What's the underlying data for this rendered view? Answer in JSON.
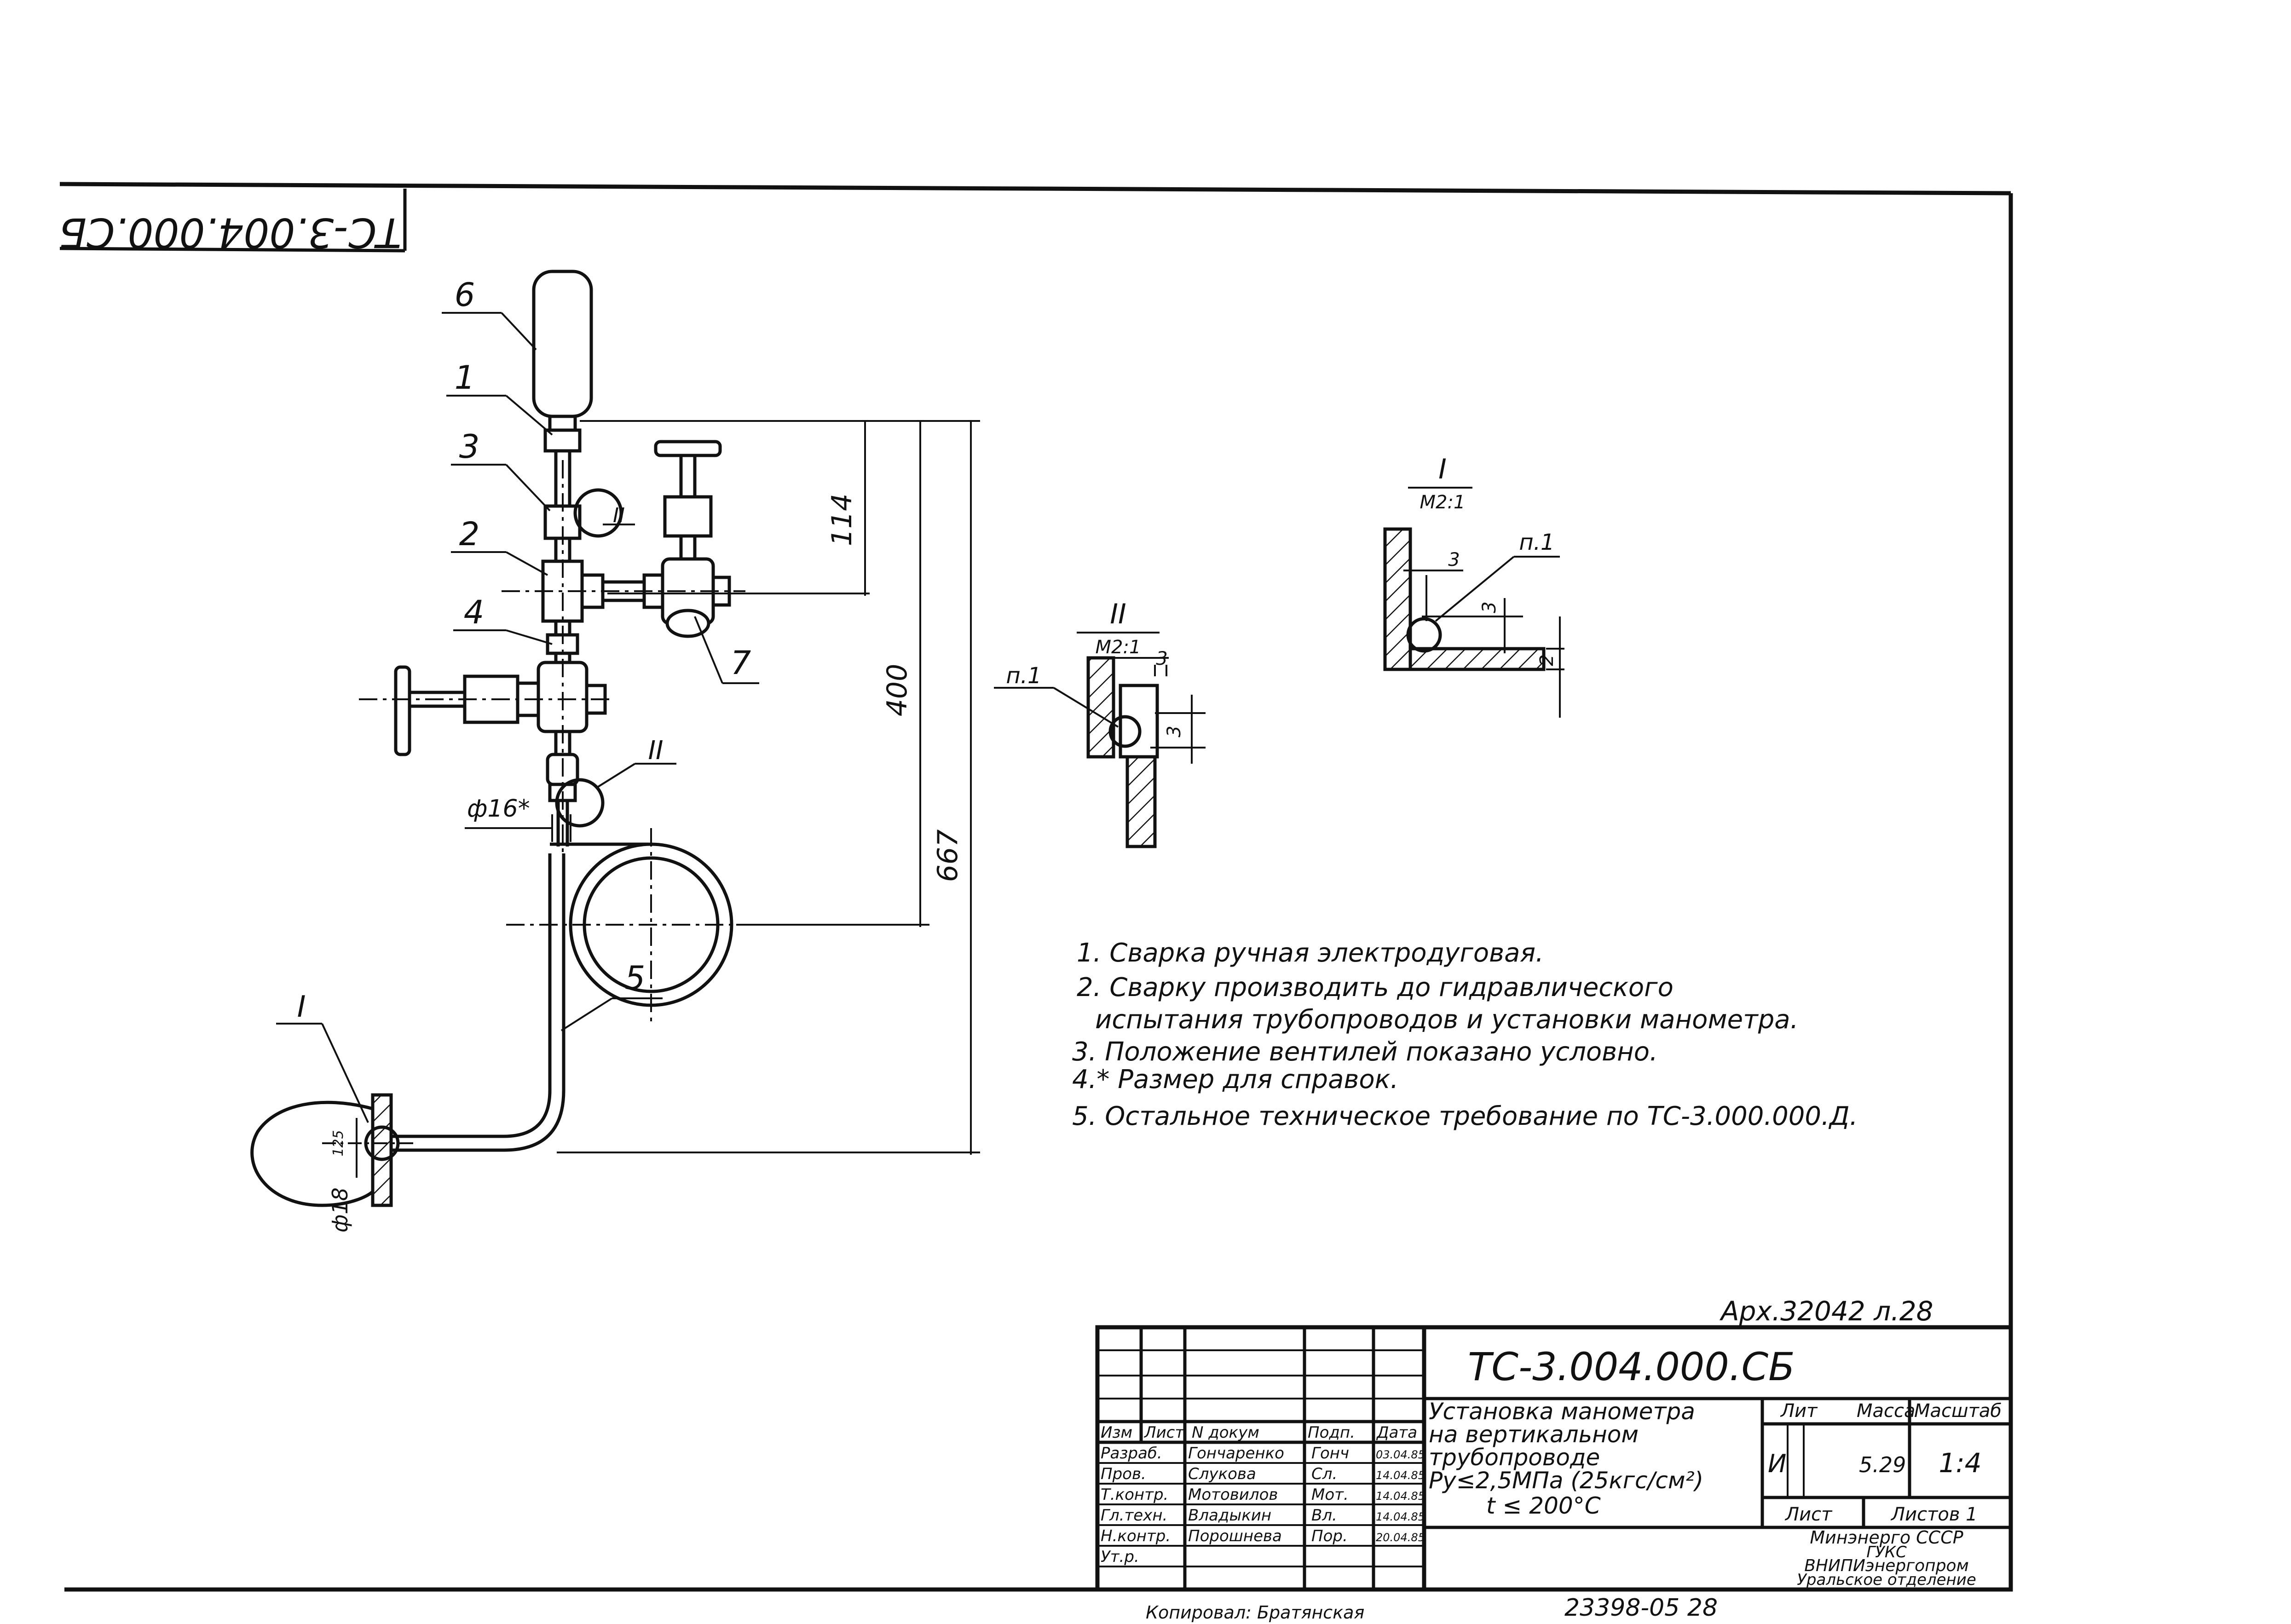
{
  "stamp_rotated": "ТС-3.004.000.СБ",
  "callouts": {
    "c6": "6",
    "c1": "1",
    "c3": "3",
    "c2": "2",
    "c4": "4",
    "c7": "7",
    "c5": "5",
    "cI": "I",
    "cII_top": "II",
    "cII_bottom": "II"
  },
  "dimensions": {
    "d114": "114",
    "d400": "400",
    "d667": "667",
    "dia16": "ф16*",
    "dia18": "ф18",
    "d125": "125"
  },
  "detail_I": {
    "title": "I",
    "scale": "М2:1",
    "weld": "п.1",
    "dim_3a": "3",
    "dim_3b": "3",
    "dim_2": "2"
  },
  "detail_II": {
    "title": "II",
    "scale": "М2:1",
    "weld": "п.1",
    "dim_3a": "3",
    "dim_3b": "3"
  },
  "notes": [
    "1. Сварка ручная электродуговая.",
    "2. Сварку производить до гидравлического",
    "испытания трубопроводов и установки манометра.",
    "3. Положение вентилей показано условно.",
    "4.* Размер для справок.",
    "5. Остальное техническое требование по ТС-3.000.000.Д."
  ],
  "archive_ref": "Арх.32042 л.28",
  "title_block": {
    "designation": "ТС-3.004.000.СБ",
    "title_lines": [
      "Установка манометра",
      "на вертикальном",
      "трубопроводе",
      "Ру≤2,5МПа (25кгс/см²)",
      "t ≤ 200°С"
    ],
    "col_headers": [
      "Изм",
      "Лист",
      "N докум",
      "Подп.",
      "Дата"
    ],
    "rows": [
      {
        "role": "Разраб.",
        "name": "Гончаренко",
        "sign": "Гонч",
        "date": "03.04.85"
      },
      {
        "role": "Пров.",
        "name": "Слукова",
        "sign": "Сл.",
        "date": "14.04.85"
      },
      {
        "role": "Т.контр.",
        "name": "Мотовилов",
        "sign": "Мот.",
        "date": "14.04.85"
      },
      {
        "role": "Гл.техн.",
        "name": "Владыкин",
        "sign": "Вл.",
        "date": "14.04.85"
      },
      {
        "role": "Н.контр.",
        "name": "Порошнева",
        "sign": "Пор.",
        "date": "20.04.85"
      },
      {
        "role": "Ут.р.",
        "name": "",
        "sign": "",
        "date": ""
      }
    ],
    "lit_label": "Лит",
    "mass_label": "Масса",
    "scale_label": "Масштаб",
    "lit_value": "И",
    "mass_value": "5.29",
    "scale_value": "1:4",
    "sheet_label": "Лист",
    "sheets_label": "Листов 1",
    "org_lines": [
      "Минэнерго СССР",
      "ГУКС",
      "ВНИПИэнергопром",
      "Уральское отделение"
    ]
  },
  "copied_by": "Копировал: Братянская",
  "frame_number": "23398-05 28"
}
